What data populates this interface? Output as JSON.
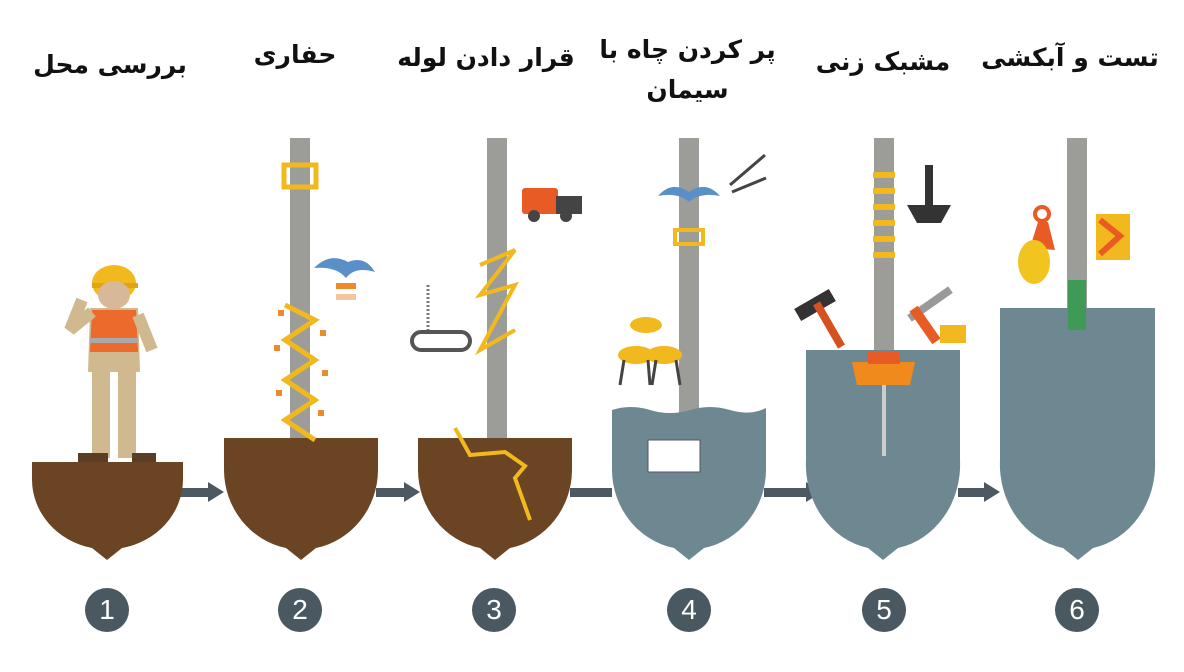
{
  "steps": [
    {
      "number": "1",
      "title": "بررسی محل",
      "bowl_color": "#6b4423"
    },
    {
      "number": "2",
      "title": "حفاری",
      "bowl_color": "#6b4423"
    },
    {
      "number": "3",
      "title": "قرار دادن لوله",
      "bowl_color": "#6b4423"
    },
    {
      "number": "4",
      "title": "پر کردن چاه با سیمان",
      "bowl_color": "#6e8891"
    },
    {
      "number": "5",
      "title": "مشبک زنی",
      "bowl_color": "#6e8891"
    },
    {
      "number": "6",
      "title": "تست و آبکشی",
      "bowl_color": "#6e8891"
    }
  ],
  "colors": {
    "circle": "#4a5961",
    "arrow": "#4d5962",
    "pipe": "#9c9c98",
    "accent": "#f2b91f"
  }
}
